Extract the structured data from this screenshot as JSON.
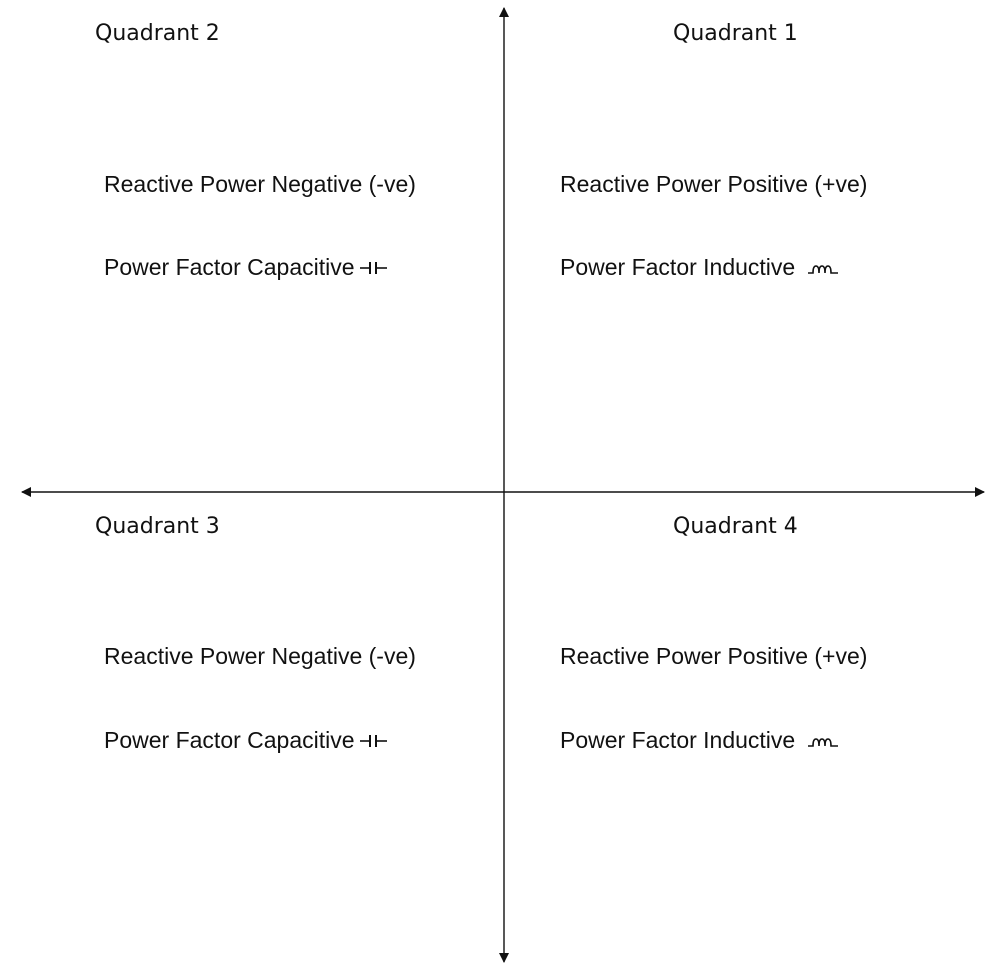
{
  "quadrants": [
    {
      "title": "Quadrant 2",
      "reactive": "Reactive Power Negative (-ve)",
      "power_factor": "Power Factor Capacitive",
      "symbol": "capacitor-icon"
    },
    {
      "title": "Quadrant 1",
      "reactive": "Reactive Power Positive  (+ve)",
      "power_factor": "Power Factor Inductive",
      "symbol": "inductor-icon"
    },
    {
      "title": "Quadrant 3",
      "reactive": "Reactive Power Negative (-ve)",
      "power_factor": "Power Factor Capacitive",
      "symbol": "capacitor-icon"
    },
    {
      "title": "Quadrant 4",
      "reactive": "Reactive Power Positive  (+ve)",
      "power_factor": "Power Factor Inductive",
      "symbol": "inductor-icon"
    }
  ],
  "colors": {
    "ink": "#111111",
    "background": "#ffffff"
  }
}
